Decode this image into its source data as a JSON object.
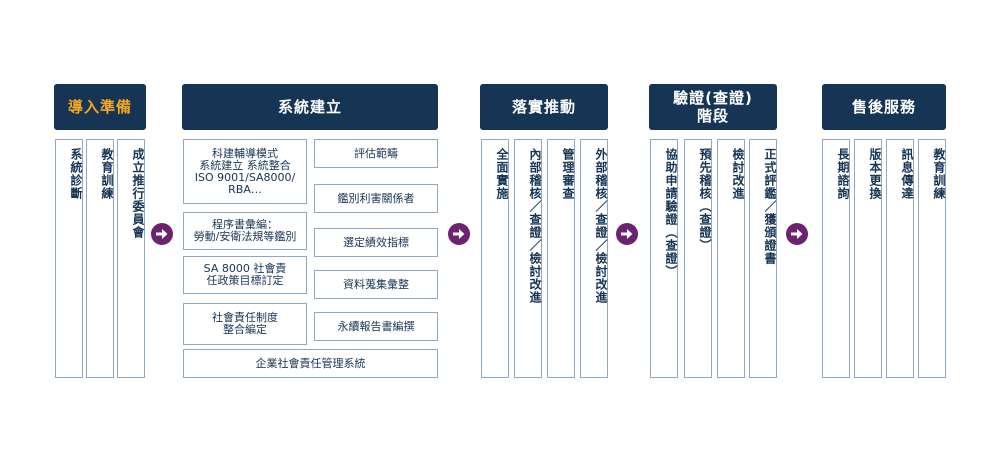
{
  "colors": {
    "header_bg": "#163555",
    "header_text": "#ffffff",
    "header_accent_text": "#f5a623",
    "box_border": "#8fa9c2",
    "box_text": "#163555",
    "arrow": "#6b2370"
  },
  "stages": [
    {
      "title": "導入準備",
      "columns": [
        "系統診斷",
        "教育訓練",
        "成立推行委員會"
      ]
    },
    {
      "title": "系統建立",
      "left_boxes": [
        "科建輔導模式\n系統建立 系統整合\nISO 9001/SA8000/\nRBA…",
        "程序書彙編：\n勞動/安衛法規等鑑別",
        "SA 8000 社會責\n任政策目標訂定",
        "社會責任制度\n整合編定"
      ],
      "right_boxes": [
        "評估範疇",
        "鑑別利害關係者",
        "選定績效指標",
        "資料蒐集彙整",
        "永續報告書編撰"
      ],
      "bottom_box": "企業社會責任管理系統"
    },
    {
      "title": "落實推動",
      "columns": [
        "全面實施",
        "內部稽核／查證／檢討改進",
        "管理審查",
        "外部稽核／查證／檢討改進"
      ]
    },
    {
      "title": "驗證(查證)\n階段",
      "columns": [
        "協助申請驗證（查證）",
        "預先稽核（查證）",
        "檢討改進",
        "正式評鑑／獲頒證書"
      ]
    },
    {
      "title": "售後服務",
      "columns": [
        "長期諮詢",
        "版本更換",
        "訊息傳達",
        "教育訓練"
      ]
    }
  ],
  "arrow_icon": "arrow-right-circle-icon"
}
